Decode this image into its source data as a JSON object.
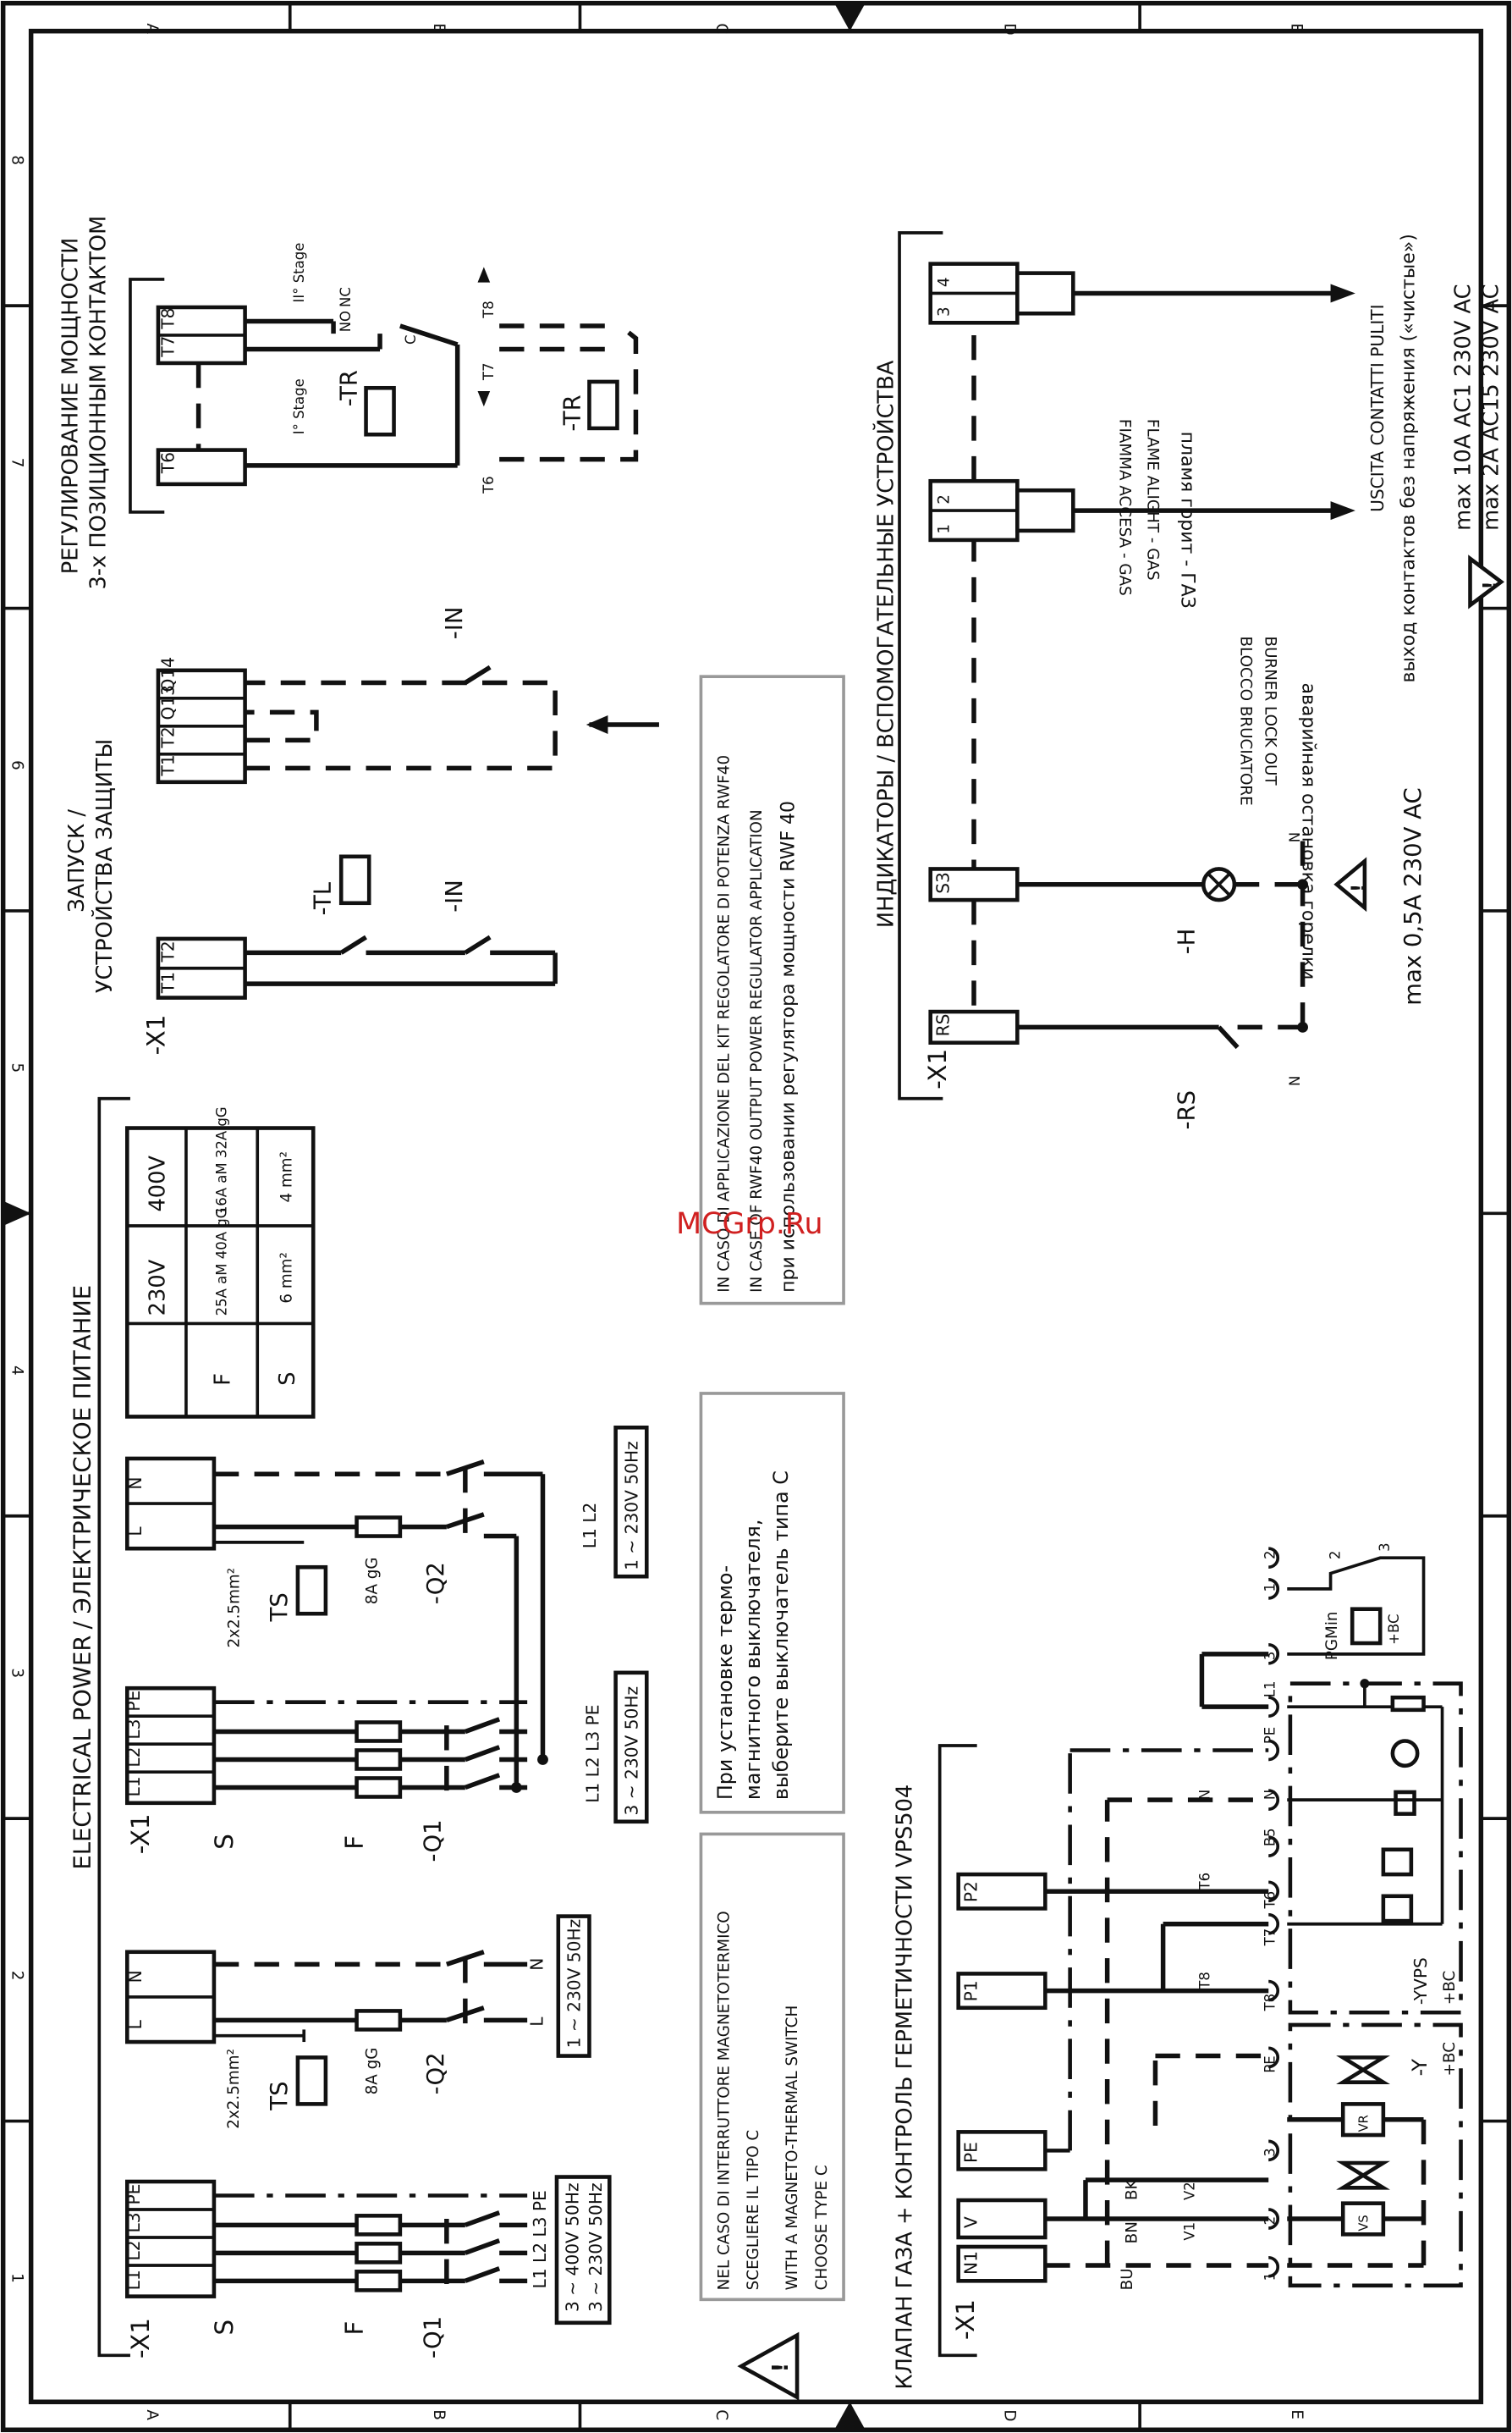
{
  "frame": {
    "col_letters": [
      "A",
      "B",
      "C",
      "D",
      "E"
    ],
    "row_numbers": [
      "1",
      "2",
      "3",
      "4",
      "5",
      "6",
      "7",
      "8"
    ]
  },
  "watermark": "MCGrp.Ru",
  "power": {
    "title_en": "ELECTRICAL POWER",
    "title_ru": "/ ЭЛЕКТРИЧЕСКОЕ ПИТАНИЕ",
    "x1": "-X1",
    "s": "S",
    "f": "F",
    "q1": "-Q1",
    "q2": "-Q2",
    "ts": "TS",
    "wire": "2x2.5mm²",
    "fuse_8a": "8A gG",
    "term_L1": "L1",
    "term_L2": "L2",
    "term_L3": "L3",
    "term_PE": "PE",
    "term_N": "N",
    "term_L": "L",
    "lbl_l123pe": "L1 L2 L3 PE",
    "lbl_l1l2": "L1   L2",
    "lbl_L": "L",
    "lbl_N": "N",
    "supply_400": "3 ~ 400V 50Hz",
    "supply_230_3": "3 ~ 230V 50Hz",
    "supply_230_1": "1 ~ 230V 50Hz",
    "note_it_1": "NEL CASO DI INTERRUTTORE MAGNETOTERMICO",
    "note_it_2": "SCEGLIERE IL TIPO C",
    "note_en_1": "WITH A MAGNETO-THERMAL SWITCH",
    "note_en_2": "CHOOSE TYPE C",
    "note_ru_1": "При установке термо-",
    "note_ru_2": "магнитного выключателя,",
    "note_ru_3": "выберите выключатель типа C",
    "table": {
      "col_230": "230V",
      "col_400": "400V",
      "row_F": "F",
      "row_S": "S",
      "f_230": "25A aM  40A gG",
      "f_400": "16A aM  32A gG",
      "s_230": "6 mm²",
      "s_400": "4 mm²"
    }
  },
  "start": {
    "title_1": "ЗАПУСК /",
    "title_2": "УСТРОЙСТВА ЗАЩИТЫ",
    "x1": "-X1",
    "t1": "T1",
    "t2": "T2",
    "tl": "-TL",
    "in1": "-IN",
    "in2": "-IN",
    "q13": "Q13",
    "q14": "Q14"
  },
  "kit": {
    "line1": "IN CASO DI APPLICAZIONE DEL KIT REGOLATORE DI POTENZA RWF40",
    "line2": "IN CASE OF RWF40 OUTPUT POWER REGULATOR APPLICATION",
    "line3": "при использовании регулятора мощности RWF 40"
  },
  "power_reg": {
    "title_1": "РЕГУЛИРОВАНИЕ МОЩНОСТИ",
    "title_2": "3-х ПОЗИЦИОННЫМ КОНТАКТОМ",
    "t6": "T6",
    "t7": "T7",
    "t8": "T8",
    "stage1": "I° Stage",
    "stage2": "II° Stage",
    "no": "NO",
    "nc": "NC",
    "c": "C",
    "tr": "-TR",
    "tr2": "-TR",
    "t6b": "T6",
    "t7b": "T7",
    "t8b": "T8"
  },
  "indicators": {
    "title": "ИНДИКАТОРЫ / ВСПОМОГАТЕЛЬНЫЕ УСТРОЙСТВА",
    "x1": "-X1",
    "rs_term": "RS",
    "s3_term": "S3",
    "rs": "-RS",
    "h": "-H",
    "n1": "N",
    "n2": "N",
    "max_05": "max 0,5A 230V AC",
    "lockout_it": "BLOCCO BRUCIATORE",
    "lockout_en": "BURNER LOCK OUT",
    "lockout_ru": "аварийная остановка горелки",
    "flame_it": "FIAMMA ACCESA - GAS",
    "flame_en": "FLAME ALIGHT - GAS",
    "flame_ru": "пламя горит - ГАЗ",
    "clean_it": "USCITA CONTATTI PULITI",
    "clean_ru": "выход контактов без напряжения («чистые»)",
    "max_10": "max 10A AC1 230V AC",
    "max_2": "max 2A AC15 230V AC",
    "c1": "1",
    "c2": "2",
    "c3": "3",
    "c4": "4"
  },
  "gas": {
    "title": "КЛАПАН ГАЗА + КОНТРОЛЬ ГЕРМЕТИЧНОСТИ VPS504",
    "x1": "-X1",
    "n1": "N1",
    "v": "V",
    "pe": "PE",
    "p1": "P1",
    "p2": "P2",
    "bu": "BU",
    "bn": "BN",
    "bk": "BK",
    "v1": "V1",
    "v2": "V2",
    "vs": "VS",
    "vr": "VR",
    "y": "-Y",
    "bc1": "+BC",
    "yvps": "-YVPS",
    "bc2": "+BC",
    "pgmin": "PGMin",
    "bc3": "+BC",
    "pins": [
      "1",
      "2",
      "3",
      "PE",
      "T8",
      "T7",
      "T6",
      "B5",
      "N",
      "PE",
      "L1",
      "3",
      "1",
      "2",
      "2",
      "3"
    ],
    "t8": "T8",
    "t6": "T6",
    "nn": "N"
  }
}
